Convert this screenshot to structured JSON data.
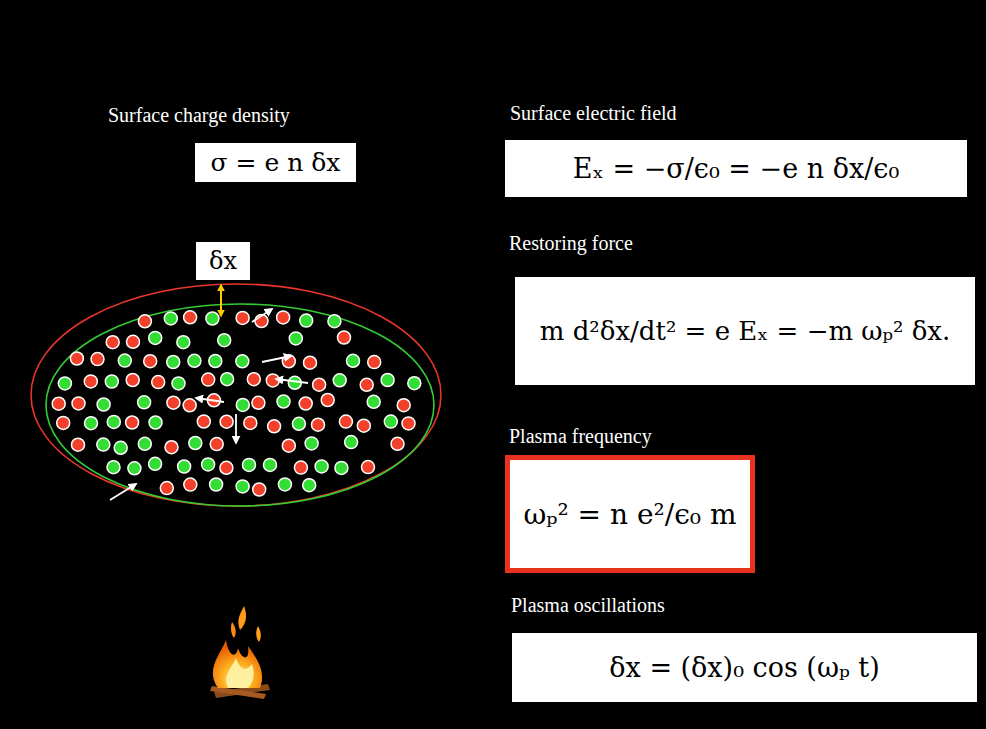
{
  "diagram": {
    "nodes": [
      {
        "text": [
          "Surface charge density",
          "σ = e n δx"
        ]
      },
      {
        "text": [
          "Surface electric field",
          "Eₓ = −σ/ϵ₀ = −e n δx/ϵ₀"
        ]
      },
      {
        "text": [
          "δx"
        ]
      },
      {
        "text": [
          "Restoring force",
          "m d²δx/dt² = e Eₓ = −m ωₚ² δx."
        ]
      },
      {
        "text": [
          "Plasma frequency",
          "ωₚ² = n e²/ϵ₀ m"
        ]
      },
      {
        "text": [
          "Plasma oscillations",
          "δx = (δx)₀ cos (ωₚ t)"
        ]
      }
    ]
  }
}
